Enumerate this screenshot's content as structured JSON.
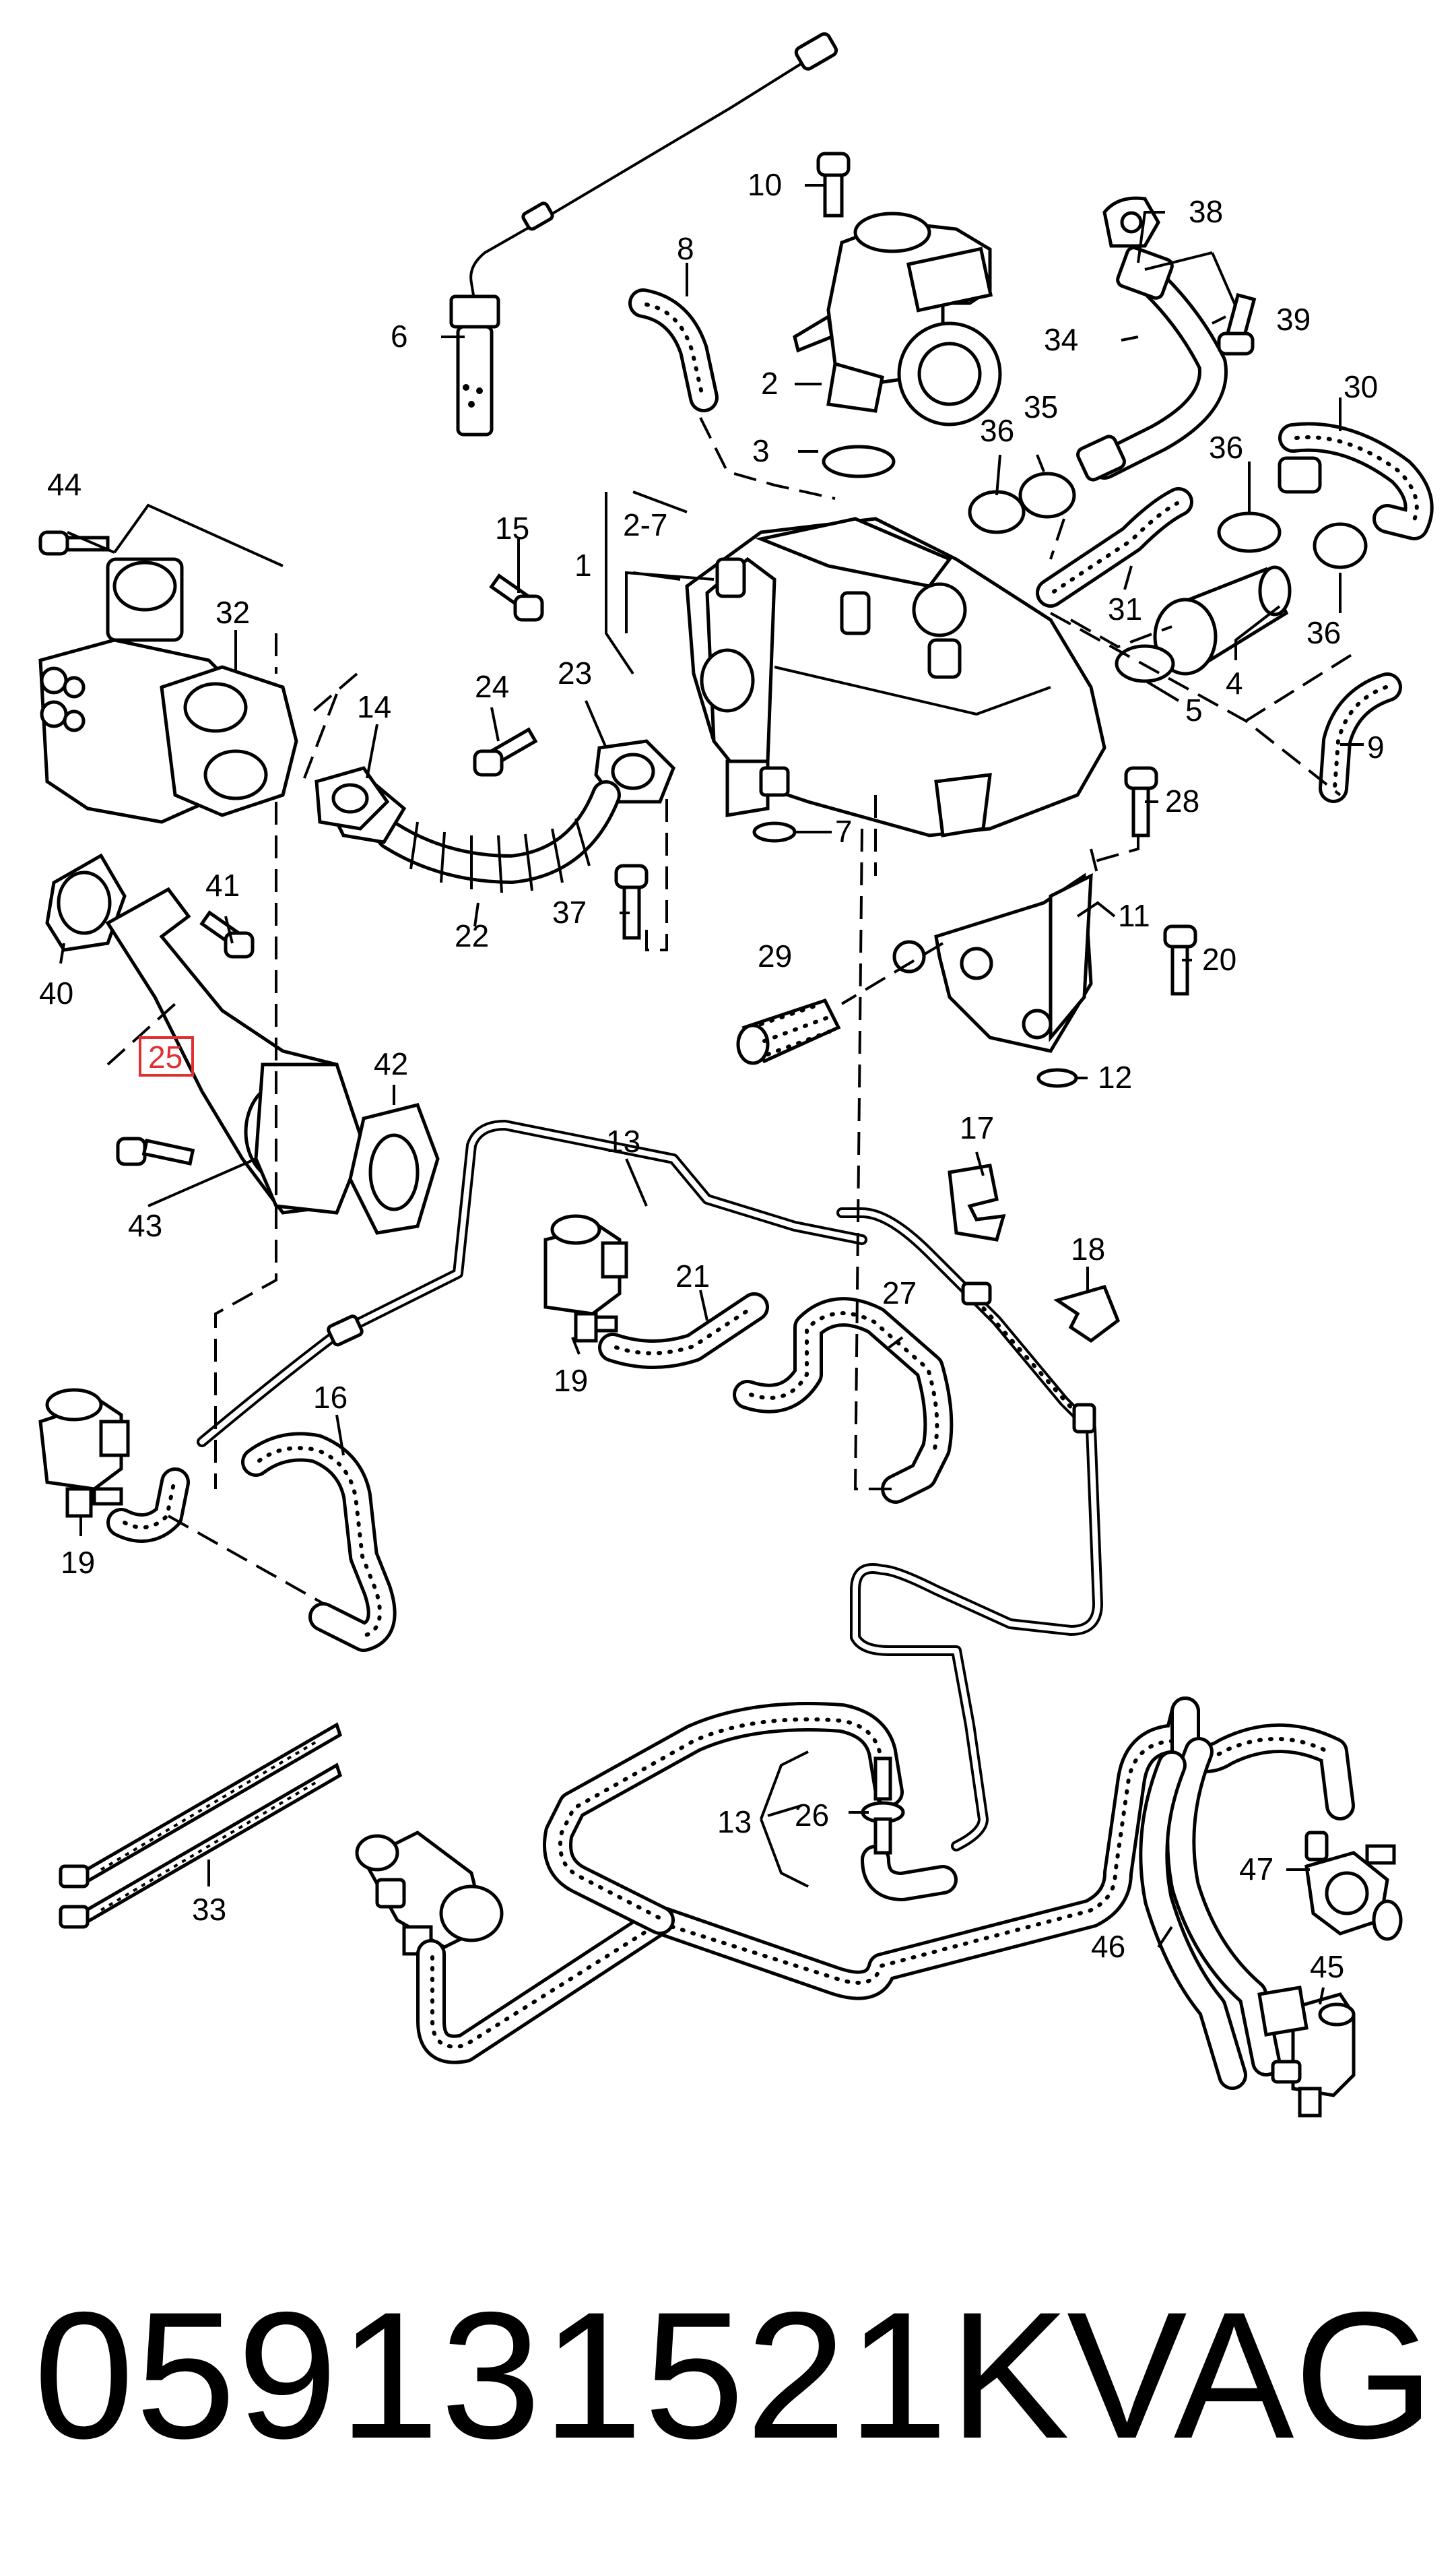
{
  "diagram": {
    "callouts": {
      "c1": "1",
      "c2": "2",
      "c2_7": "2-7",
      "c3": "3",
      "c4": "4",
      "c5": "5",
      "c6": "6",
      "c7": "7",
      "c8": "8",
      "c9": "9",
      "c10": "10",
      "c11": "11",
      "c12": "12",
      "c13a": "13",
      "c13b": "13",
      "c14": "14",
      "c15": "15",
      "c16": "16",
      "c17": "17",
      "c18": "18",
      "c19a": "19",
      "c19b": "19",
      "c20": "20",
      "c21": "21",
      "c22": "22",
      "c23": "23",
      "c24": "24",
      "c25": "25",
      "c26": "26",
      "c27": "27",
      "c28": "28",
      "c29": "29",
      "c30": "30",
      "c31": "31",
      "c32": "32",
      "c33": "33",
      "c34": "34",
      "c35": "35",
      "c36a": "36",
      "c36b": "36",
      "c36c": "36",
      "c37": "37",
      "c38": "38",
      "c39": "39",
      "c40": "40",
      "c41": "41",
      "c42": "42",
      "c43": "43",
      "c44": "44",
      "c45": "45",
      "c46": "46",
      "c47": "47"
    },
    "highlight_color": "#e03030"
  },
  "footer": {
    "part_number": "059131521K",
    "brand": "VAG"
  }
}
